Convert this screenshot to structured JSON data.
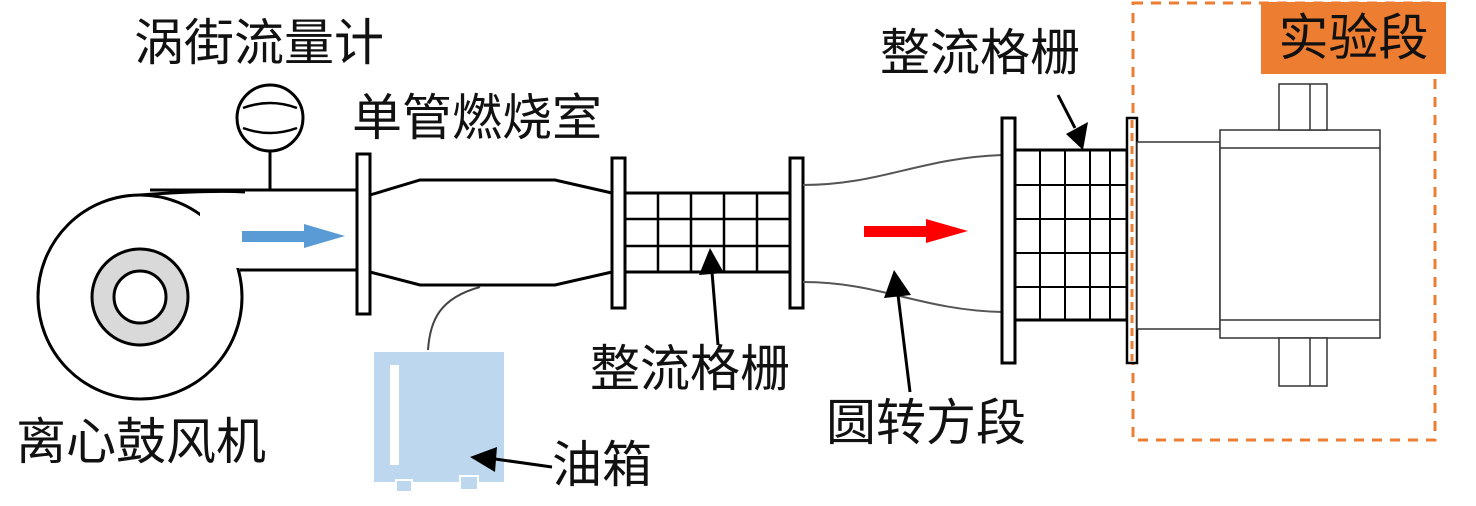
{
  "labels": {
    "vortex_flowmeter": "涡街流量计",
    "combustor": "单管燃烧室",
    "grid_top": "整流格栅",
    "grid_bottom": "整流格栅",
    "blower": "离心鼓风机",
    "fuel_tank": "油箱",
    "transition": "圆转方段",
    "test_section": "实验段"
  },
  "colors": {
    "flow_arrow_blue": "#5B9BD5",
    "flow_arrow_red": "#FF0000",
    "test_section_fill": "#ED7D31",
    "test_section_border": "#ED7D31",
    "fuel_tank_fill": "#BDD7EE",
    "blower_inner_ring": "#D9D9D9"
  }
}
